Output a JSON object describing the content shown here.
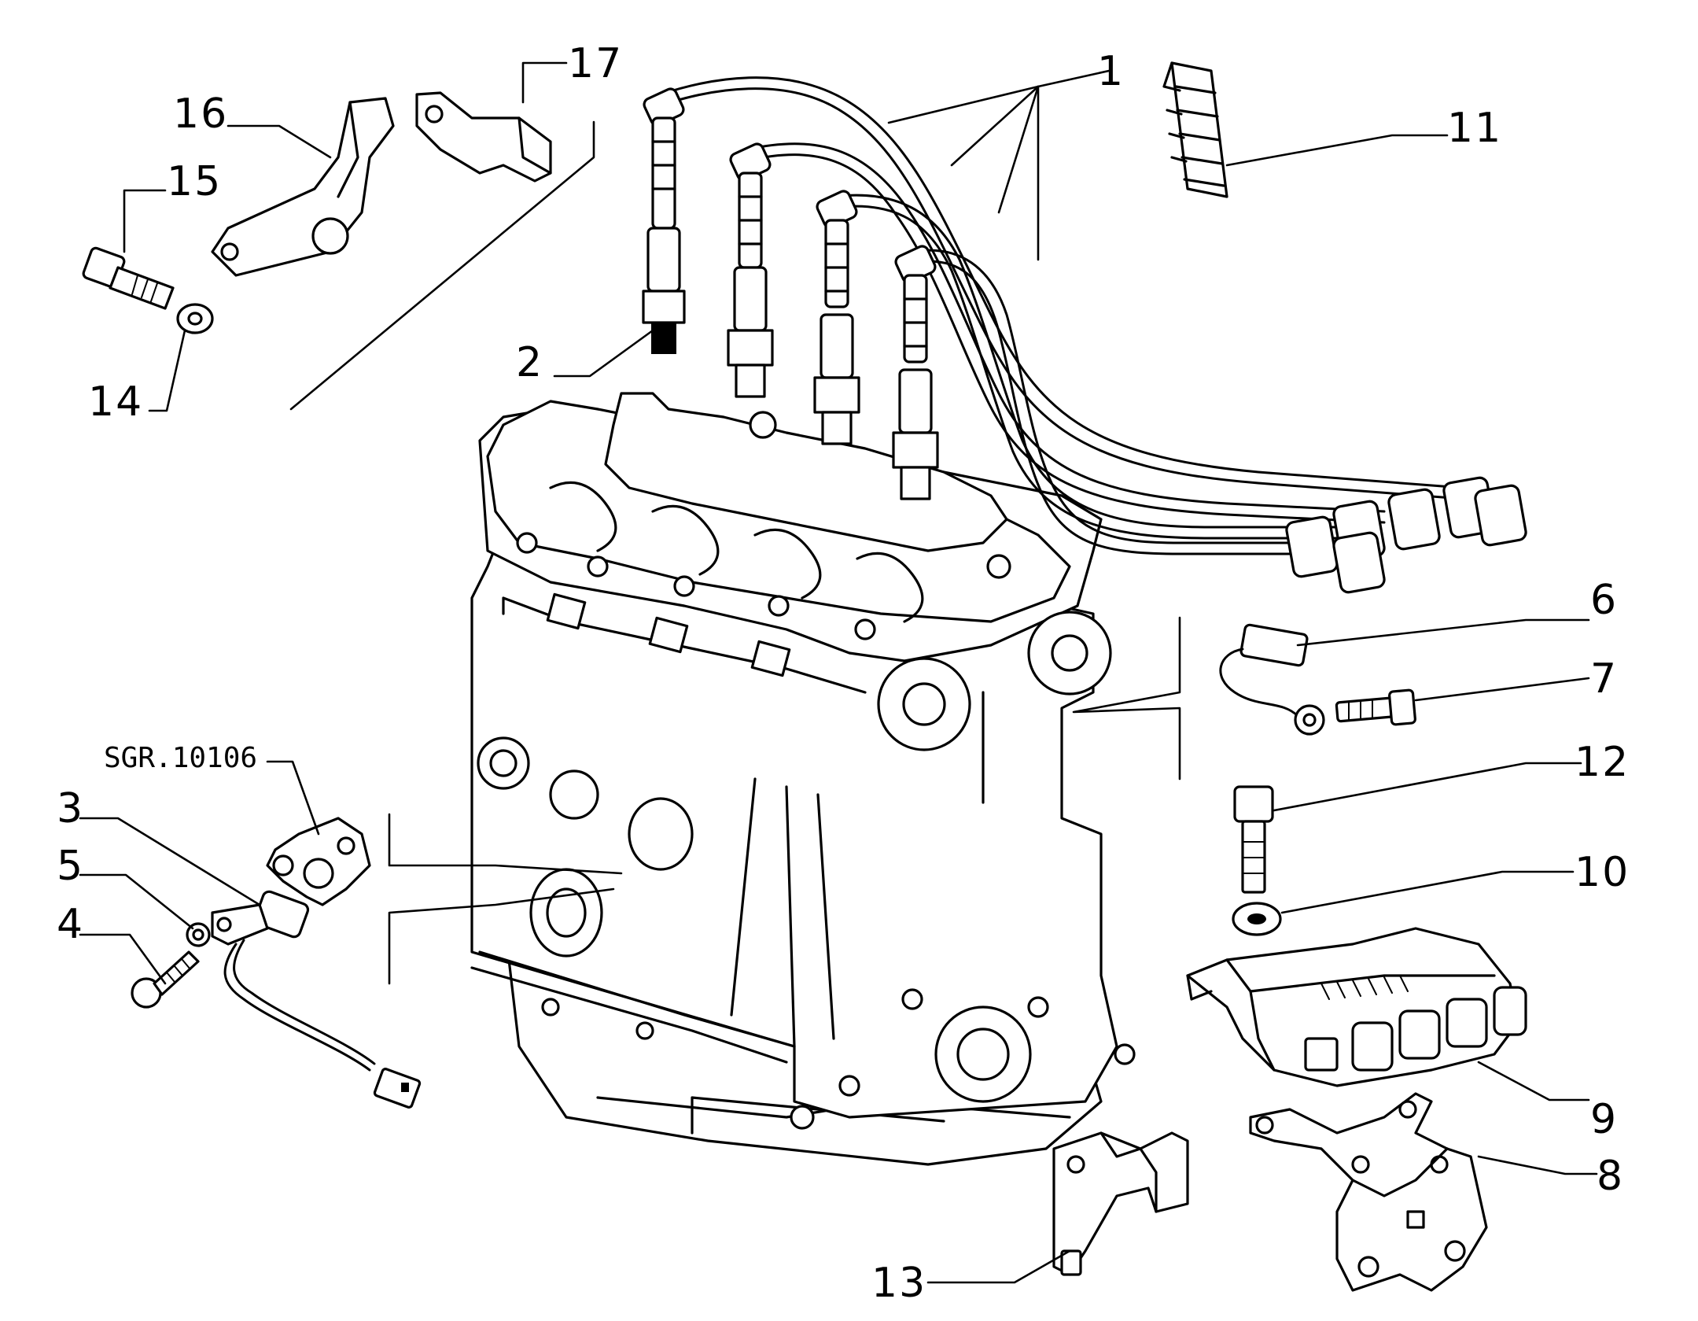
{
  "diagram": {
    "reference_code": "SGR.10106",
    "callouts": [
      {
        "id": "1",
        "text": "1"
      },
      {
        "id": "2",
        "text": "2"
      },
      {
        "id": "3",
        "text": "3"
      },
      {
        "id": "4",
        "text": "4"
      },
      {
        "id": "5",
        "text": "5"
      },
      {
        "id": "6",
        "text": "6"
      },
      {
        "id": "7",
        "text": "7"
      },
      {
        "id": "8",
        "text": "8"
      },
      {
        "id": "9",
        "text": "9"
      },
      {
        "id": "10",
        "text": "10"
      },
      {
        "id": "11",
        "text": "11"
      },
      {
        "id": "12",
        "text": "12"
      },
      {
        "id": "13",
        "text": "13"
      },
      {
        "id": "14",
        "text": "14"
      },
      {
        "id": "15",
        "text": "15"
      },
      {
        "id": "16",
        "text": "16"
      },
      {
        "id": "17",
        "text": "17"
      }
    ]
  }
}
